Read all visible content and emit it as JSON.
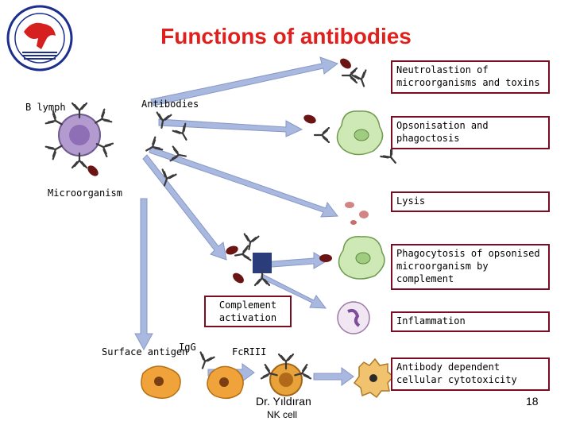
{
  "title": "Functions of antibodies",
  "labels": {
    "b_lymph": "B lymph",
    "antibodies": "Antibodies",
    "microorganism": "Microorganism",
    "surface_antigen": "Surface antigen",
    "igg": "IgG",
    "fcriii": "FcRIII"
  },
  "functions": {
    "neutralisation": "Neutrolastion of microorganisms and toxins",
    "opsonisation": "Opsonisation and phagoctosis",
    "lysis": "Lysis",
    "phagocytosis_complement": "Phagocytosis of opsonised microorganism by complement",
    "complement_activation": "Complement activation",
    "inflammation": "Inflammation",
    "adcc": "Antibody dependent cellular cytotoxicity"
  },
  "footer": {
    "author": "Dr. Yıldıran",
    "nk_cell": "NK cell",
    "page": "18"
  },
  "colors": {
    "title": "#e0201c",
    "box_border": "#7a0d22",
    "arrow": "#a9b8df",
    "b_cell": "#b39bd0",
    "antibody": "#3a3a3a",
    "microbe": "#6b1414",
    "macrophage": "#cfe9b6",
    "nk_cell": "#e8a23a"
  },
  "icons": [
    "university-logo-icon",
    "b-cell-icon",
    "antibody-icon",
    "microorganism-icon",
    "phagocyte-icon",
    "mast-cell-icon",
    "nk-cell-icon",
    "target-cell-icon"
  ]
}
